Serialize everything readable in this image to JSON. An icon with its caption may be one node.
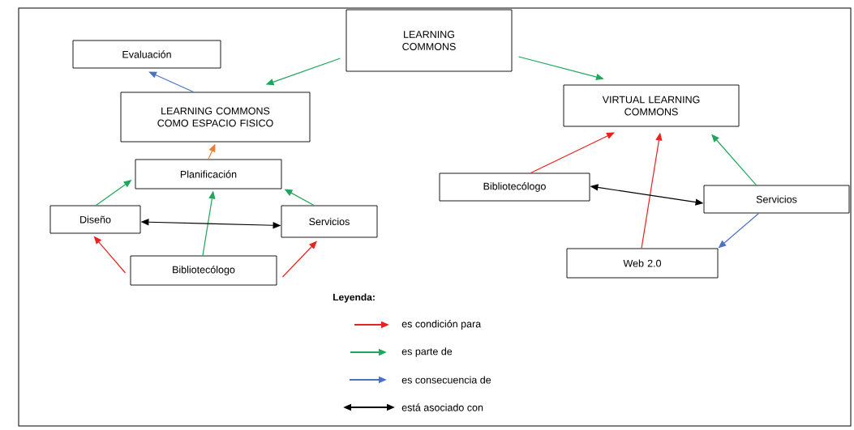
{
  "diagram": {
    "nodes": [
      {
        "text": [
          "LEARNING COMMONS"
        ]
      },
      {
        "text": [
          "Evaluación"
        ]
      },
      {
        "text": [
          "LEARNING COMMONS COMO ESPACIO FISICO"
        ]
      },
      {
        "text": [
          "Planificación"
        ]
      },
      {
        "text": [
          "Diseño"
        ]
      },
      {
        "text": [
          "Servicios"
        ]
      },
      {
        "text": [
          "Bibliotecólogo"
        ]
      },
      {
        "text": [
          "VIRTUAL LEARNING COMMONS"
        ]
      },
      {
        "text": [
          "Bibliotecólogo"
        ]
      },
      {
        "text": [
          "Servicios"
        ]
      },
      {
        "text": [
          "Web 2.0"
        ]
      }
    ],
    "edges": [
      {
        "from": 0,
        "to": 2,
        "arrow": "to",
        "color": "#1fa65a"
      },
      {
        "from": 0,
        "to": 7,
        "arrow": "to",
        "color": "#1fa65a"
      },
      {
        "from": 2,
        "to": 1,
        "arrow": "to",
        "color": "#4a72c4"
      },
      {
        "from": 3,
        "to": 2,
        "arrow": "to",
        "color": "#ed7d31"
      },
      {
        "from": 4,
        "to": 3,
        "arrow": "to",
        "color": "#1fa65a"
      },
      {
        "from": 6,
        "to": 3,
        "arrow": "to",
        "color": "#1fa65a"
      },
      {
        "from": 5,
        "to": 3,
        "arrow": "to",
        "color": "#1fa65a"
      },
      {
        "from": 4,
        "to": 5,
        "arrow": "both",
        "color": "#000000"
      },
      {
        "from": 6,
        "to": 4,
        "arrow": "to",
        "color": "#e8231f"
      },
      {
        "from": 6,
        "to": 5,
        "arrow": "to",
        "color": "#e8231f"
      },
      {
        "from": 8,
        "to": 7,
        "arrow": "to",
        "color": "#e8231f"
      },
      {
        "from": 10,
        "to": 7,
        "arrow": "to",
        "color": "#e8231f"
      },
      {
        "from": 9,
        "to": 7,
        "arrow": "to",
        "color": "#1fa65a"
      },
      {
        "from": 8,
        "to": 9,
        "arrow": "both",
        "color": "#000000"
      },
      {
        "from": 9,
        "to": 10,
        "arrow": "to",
        "color": "#4a72c4"
      }
    ],
    "labels": [
      "Leyenda:"
    ],
    "legend": [
      {
        "text": "es condición para",
        "color": "#e8231f"
      },
      {
        "text": "es parte de",
        "color": "#1fa65a"
      },
      {
        "text": "es consecuencia de",
        "color": "#4a72c4"
      },
      {
        "text": "está   asociado con",
        "color": "#000000"
      }
    ]
  }
}
